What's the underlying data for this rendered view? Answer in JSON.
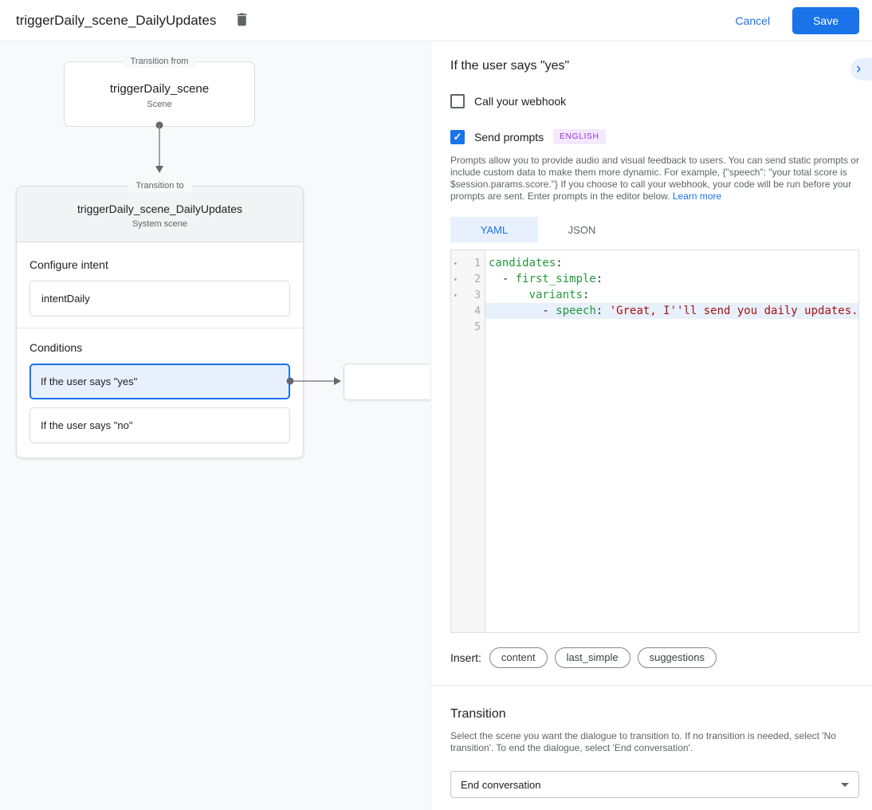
{
  "header": {
    "title": "triggerDaily_scene_DailyUpdates",
    "cancel_label": "Cancel",
    "save_label": "Save"
  },
  "canvas": {
    "from_node": {
      "legend": "Transition from",
      "title": "triggerDaily_scene",
      "subtitle": "Scene"
    },
    "to_node": {
      "legend": "Transition to",
      "title": "triggerDaily_scene_DailyUpdates",
      "subtitle": "System scene",
      "configure_intent_label": "Configure intent",
      "intent_value": "intentDaily",
      "conditions_label": "Conditions",
      "conditions": [
        {
          "label": "If the user says \"yes\"",
          "selected": true
        },
        {
          "label": "If the user says \"no\"",
          "selected": false
        }
      ]
    }
  },
  "detail": {
    "title": "If the user says \"yes\"",
    "webhook": {
      "label": "Call your webhook",
      "checked": false
    },
    "prompts": {
      "label": "Send prompts",
      "checked": true,
      "language_badge": "ENGLISH"
    },
    "description": "Prompts allow you to provide audio and visual feedback to users. You can send static prompts or include custom data to make them more dynamic. For example, {\"speech\": \"your total score is $session.params.score.\"} If you choose to call your webhook, your code will be run before your prompts are sent. Enter prompts in the editor below.",
    "learn_more_label": "Learn more",
    "tabs": [
      {
        "label": "YAML",
        "active": true
      },
      {
        "label": "JSON",
        "active": false
      }
    ],
    "editor": {
      "lines": [
        {
          "number": 1,
          "fold": true,
          "highlighted": false,
          "segments": [
            {
              "text": "candidates",
              "type": "key"
            },
            {
              "text": ":",
              "type": "plain"
            }
          ]
        },
        {
          "number": 2,
          "fold": true,
          "highlighted": false,
          "segments": [
            {
              "text": "  - ",
              "type": "plain"
            },
            {
              "text": "first_simple",
              "type": "key"
            },
            {
              "text": ":",
              "type": "plain"
            }
          ]
        },
        {
          "number": 3,
          "fold": true,
          "highlighted": false,
          "segments": [
            {
              "text": "      ",
              "type": "plain"
            },
            {
              "text": "variants",
              "type": "key"
            },
            {
              "text": ":",
              "type": "plain"
            }
          ]
        },
        {
          "number": 4,
          "fold": false,
          "highlighted": true,
          "segments": [
            {
              "text": "        - ",
              "type": "plain"
            },
            {
              "text": "speech",
              "type": "key"
            },
            {
              "text": ": ",
              "type": "plain"
            },
            {
              "text": "'Great, I''ll send you daily updates.",
              "type": "string"
            }
          ]
        },
        {
          "number": 5,
          "fold": false,
          "highlighted": false,
          "segments": []
        }
      ]
    },
    "insert": {
      "label": "Insert:",
      "buttons": [
        "content",
        "last_simple",
        "suggestions"
      ]
    },
    "transition": {
      "title": "Transition",
      "description": "Select the scene you want the dialogue to transition to. If no transition is needed, select 'No transition'. To end the dialogue, select 'End conversation'.",
      "selected_value": "End conversation"
    }
  },
  "colors": {
    "accent_blue": "#1a73e8",
    "selection_blue": "#e8f0fe",
    "badge_bg": "#f3e8fd",
    "badge_text": "#9334e6",
    "canvas_bg": "#f8f9fa",
    "card_header_bg": "#f1f3f4",
    "border_gray": "#dadce0",
    "code_key_green": "#23993b",
    "code_string_red": "#aa1111",
    "code_highlight": "#e7f0fb",
    "text_secondary": "#5f6368"
  }
}
